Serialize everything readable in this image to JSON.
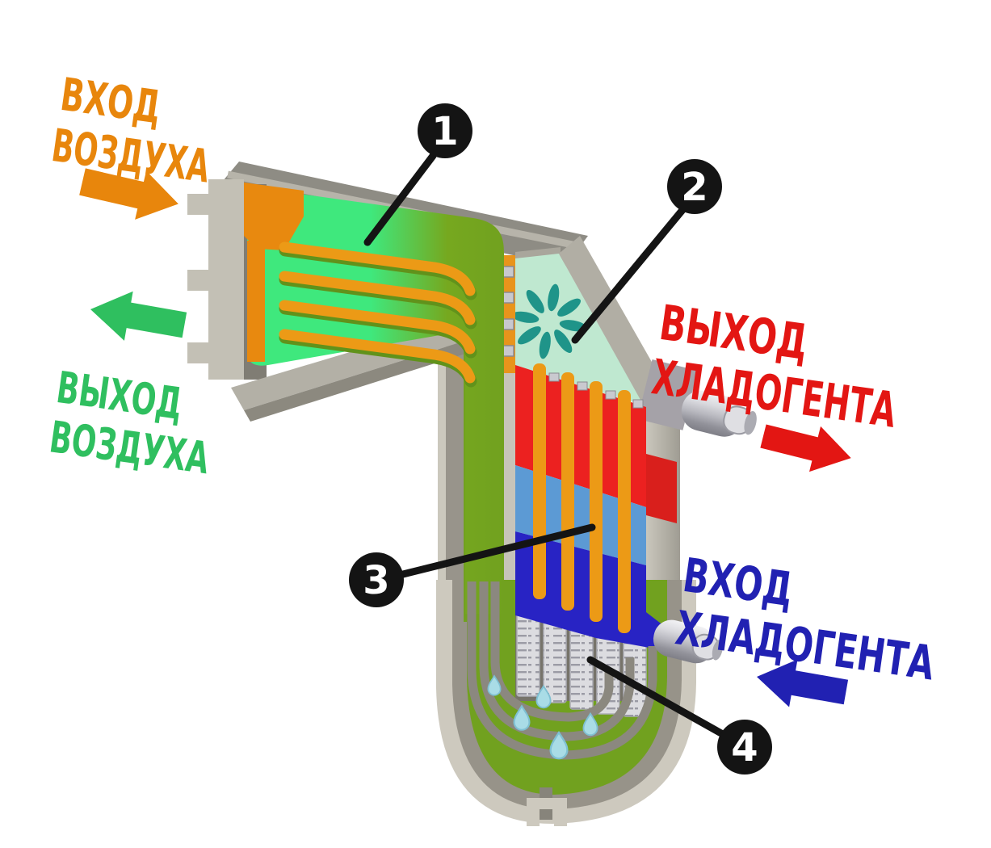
{
  "diagram": {
    "description": "Cutaway 3D diagram of a refrigerated compressed-air dryer heat exchanger with flow-direction labels and four numbered callouts"
  },
  "labels": {
    "air_inlet": {
      "line1": "ВХОД",
      "line2": "ВОЗДУХА",
      "color": "#E8860C",
      "arrow_direction": "right"
    },
    "air_outlet": {
      "line1": "ВЫХОД",
      "line2": "ВОЗДУХА",
      "color": "#2FBF5F",
      "arrow_direction": "left"
    },
    "refrigerant_outlet": {
      "line1": "ВЫХОД",
      "line2": "ХЛАДОГЕНТА",
      "color": "#E31613",
      "arrow_direction": "right"
    },
    "refrigerant_inlet": {
      "line1": "ВХОД",
      "line2": "ХЛАДОГЕНТА",
      "color": "#2121B2",
      "arrow_direction": "left"
    }
  },
  "callouts": [
    {
      "number": "1",
      "target": "air-to-air channel block (green/orange layers)"
    },
    {
      "number": "2",
      "target": "snowflake symbol on chamber panel"
    },
    {
      "number": "3",
      "target": "refrigerant heat-exchange section"
    },
    {
      "number": "4",
      "target": "separator plates above condensate trap"
    }
  ],
  "colors": {
    "air_bright_green": "#3FE87D",
    "air_olive_green": "#71A11F",
    "air_pipes_orange": "#EC9A16",
    "refrigerant_red": "#EC2120",
    "refrigerant_skyblue": "#5C9AD4",
    "refrigerant_darkblue": "#2823C4",
    "panel_mint": "#BFE8D0",
    "snowflake_teal": "#1F9489",
    "droplet_cyan": "#A9DCE6",
    "casing_gray": "#B3B0A6",
    "callout_black": "#141414"
  }
}
